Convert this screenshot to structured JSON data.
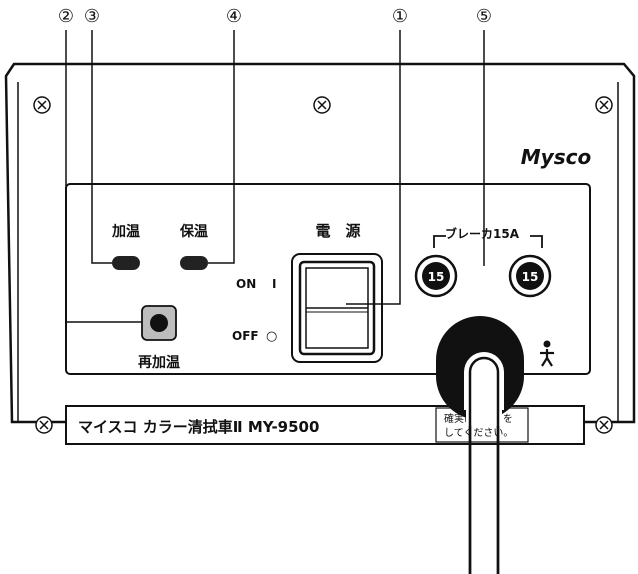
{
  "callouts": [
    "①",
    "②",
    "③",
    "④",
    "⑤"
  ],
  "brand": "Mysco",
  "labels": {
    "heating": "加温",
    "keep_warm": "保温",
    "power": "電　源",
    "on": "ON",
    "on_symbol": "I",
    "off": "OFF",
    "off_symbol": "○",
    "reheat": "再加温",
    "breaker": "ブレーカ15A",
    "breaker_value": "15"
  },
  "nameplate": {
    "product": "マイスコ カラー清拭車Ⅱ MY-9500",
    "warning_line1": "確実にアースを",
    "warning_line2": "してください。"
  },
  "icons": [
    "screw-icon",
    "ground-person-icon"
  ]
}
